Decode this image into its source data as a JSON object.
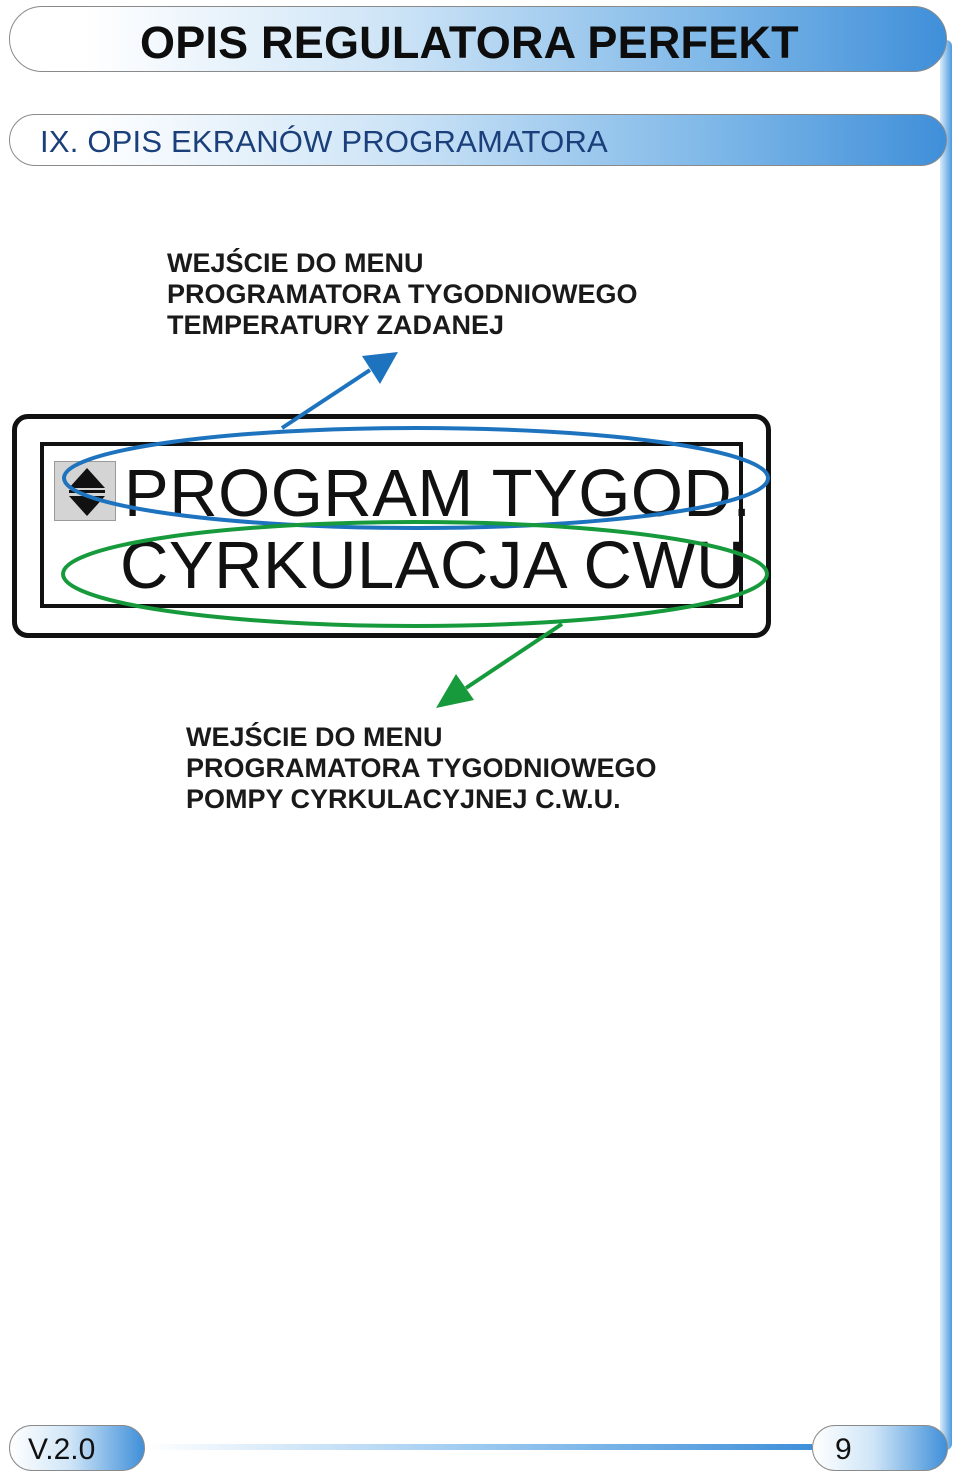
{
  "header": {
    "title": "OPIS REGULATORA PERFEKT",
    "section": "IX. OPIS EKRANÓW PROGRAMATORA"
  },
  "annotation_top": {
    "lines": [
      "WEJŚCIE DO MENU",
      "PROGRAMATORA TYGODNIOWEGO",
      "TEMPERATURY ZADANEJ"
    ],
    "color": "#1e73be"
  },
  "display": {
    "line1": "PROGRAM TYGOD.",
    "line2": "CYRKULACJA CWU",
    "scroll_icon": "up-down-arrows-icon"
  },
  "annotation_bottom": {
    "lines": [
      "WEJŚCIE DO MENU",
      "PROGRAMATORA TYGODNIOWEGO",
      "POMPY CYRKULACYJNEJ C.W.U."
    ],
    "color": "#169a3c"
  },
  "footer": {
    "version": "V.2.0",
    "page_number": "9"
  }
}
